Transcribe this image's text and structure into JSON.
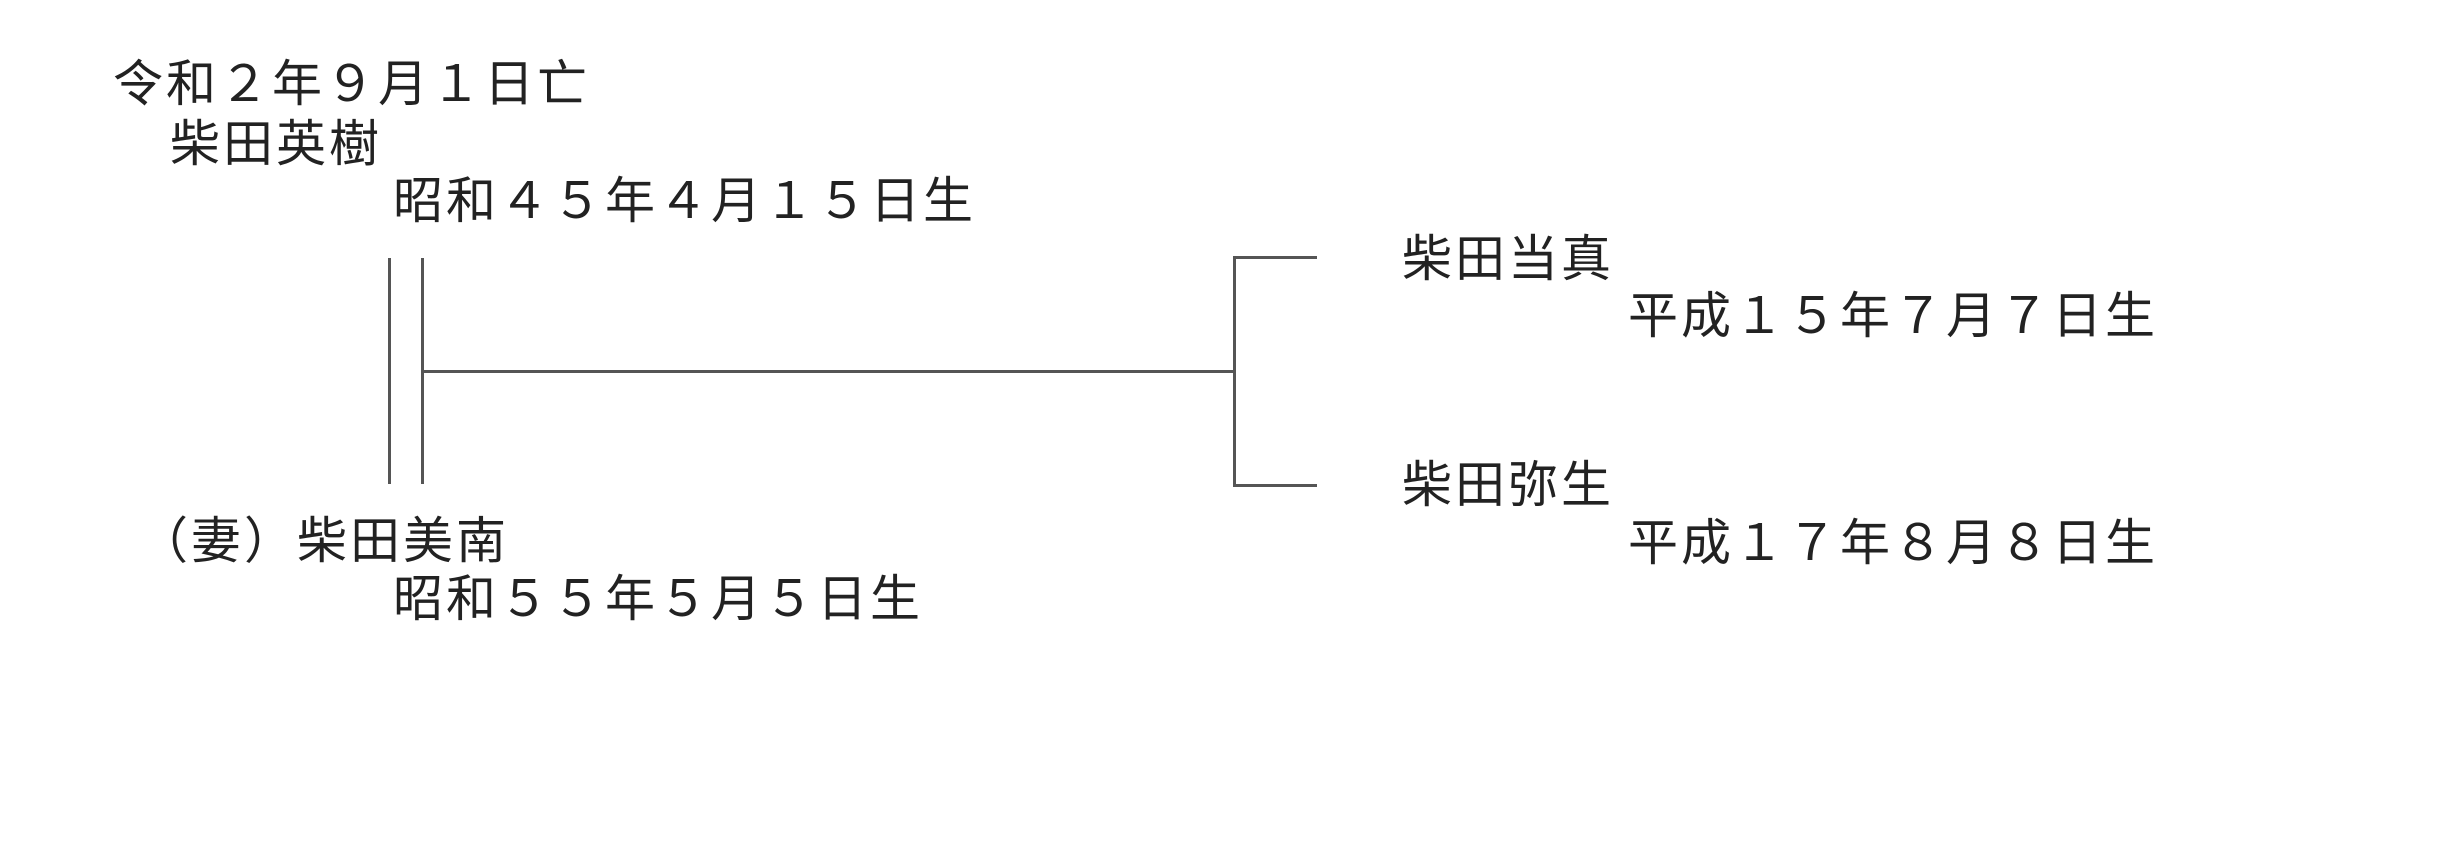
{
  "father": {
    "death_note": "令和２年９月１日亡",
    "name": "柴田英樹",
    "birth": "昭和４５年４月１５日生"
  },
  "mother": {
    "relation": "（妻）",
    "name": "柴田美南",
    "birth": "昭和５５年５月５日生"
  },
  "children": [
    {
      "name": "柴田当真",
      "birth": "平成１５年７月７日生"
    },
    {
      "name": "柴田弥生",
      "birth": "平成１７年８月８日生"
    }
  ],
  "colors": {
    "text": "#222222",
    "line": "#555555",
    "background": "#ffffff"
  }
}
